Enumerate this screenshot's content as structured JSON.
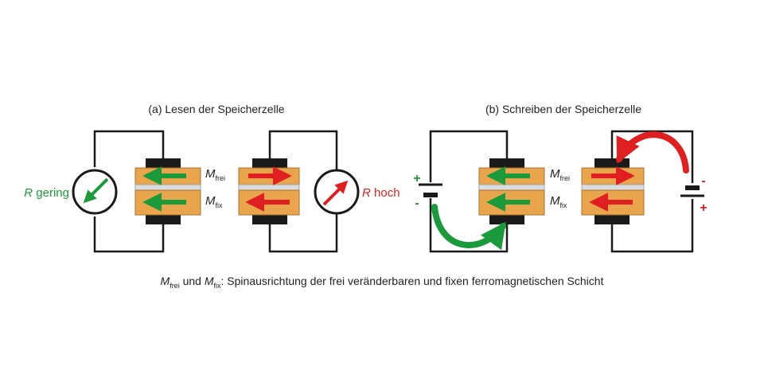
{
  "panels": {
    "read_title": "(a) Lesen der Speicherzelle",
    "write_title": "(b) Schreiben der Speicherzelle"
  },
  "labels": {
    "m": "M",
    "frei_sub": "frei",
    "fix_sub": "fix",
    "r_letter": "R",
    "r_low_text": " gering",
    "r_high_text": " hoch",
    "plus": "+",
    "minus": "-"
  },
  "caption": {
    "m": "M",
    "frei_sub": "frei",
    "und": " und ",
    "fix_sub": "fix",
    "text": ": Spinausrichtung der frei veränderbaren und fixen ferromagnetischen Schicht"
  },
  "colors": {
    "wire": "#1a1a1a",
    "layer": "#e8a54c",
    "green": "#1a9a3a",
    "red": "#e02020",
    "spacer": "#d9dde2"
  }
}
